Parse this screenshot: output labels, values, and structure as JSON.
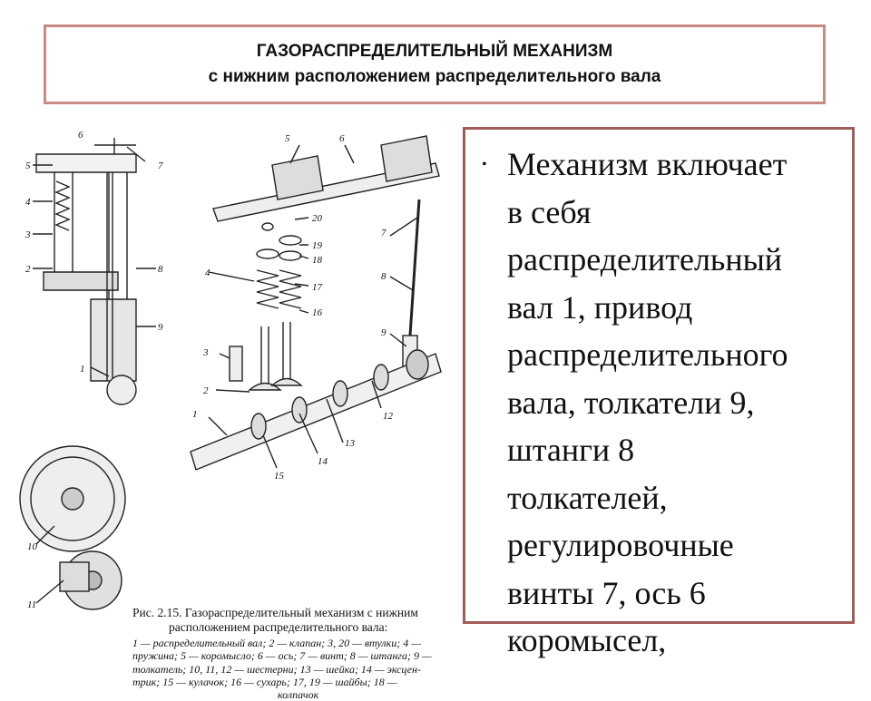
{
  "title": {
    "line1": "ГАЗОРАСПРЕДЕЛИТЕЛЬНЫЙ МЕХАНИЗМ",
    "line2": "с нижним расположением распределительного вала"
  },
  "bullet": {
    "lines": [
      "Механизм включает",
      "в себя",
      "распределительный",
      "вал 1, привод",
      "распределительного",
      "вала, толкатели 9,",
      "штанги 8",
      "толкателей,",
      "регулировочные",
      "винты 7, ось 6",
      "коромысел,"
    ]
  },
  "figure": {
    "caption_lines": [
      "Рис. 2.15. Газораспределительный механизм с нижним",
      "расположением распределительного вала:"
    ],
    "legend_lines": [
      "1 — распределительный вал; 2 — клапан; 3, 20 — втулки; 4 —",
      "пружина; 5 — коромысло; 6 — ось; 7 — винт; 8 — штанга; 9 —",
      "толкатель; 10, 11, 12 — шестерни; 13 — шейка; 14 — эксцен-",
      "трик; 15 — кулачок; 16 — сухарь; 17, 19 — шайбы; 18 —",
      "колпачок"
    ],
    "part_labels": {
      "p1": "1",
      "p2": "2",
      "p3": "3",
      "p4": "4",
      "p5": "5",
      "p6": "6",
      "p7": "7",
      "p8": "8",
      "p9": "9",
      "p10": "10",
      "p11": "11",
      "p12": "12",
      "p13": "13",
      "p14": "14",
      "p15": "15",
      "p16": "16",
      "p17": "17",
      "p18": "18",
      "p19": "19",
      "p20": "20"
    }
  }
}
